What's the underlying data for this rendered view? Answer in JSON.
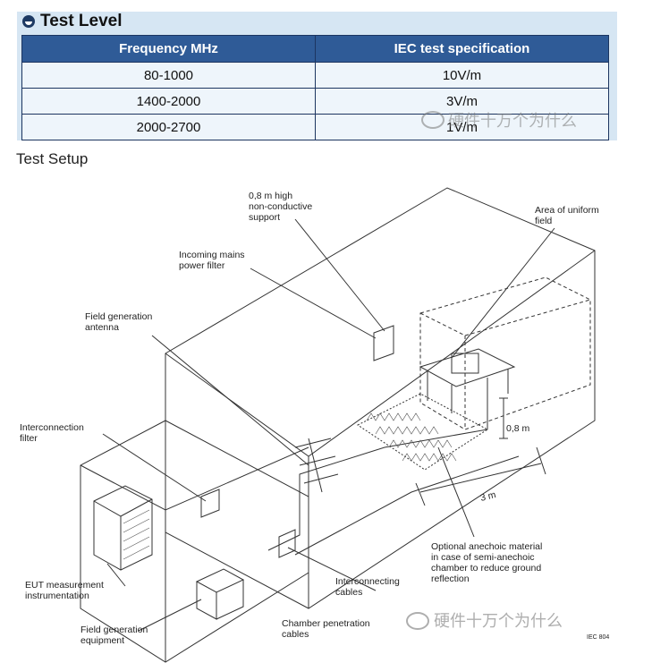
{
  "test_level": {
    "title": "Test Level",
    "headers": [
      "Frequency MHz",
      "IEC test specification"
    ],
    "rows": [
      [
        "80-1000",
        "10V/m"
      ],
      [
        "1400-2000",
        "3V/m"
      ],
      [
        "2000-2700",
        "1V/m"
      ]
    ]
  },
  "watermark": "硬件十万个为什么",
  "setup": {
    "title": "Test Setup",
    "labels": {
      "support": [
        "0,8 m high",
        "non-conductive",
        "support"
      ],
      "uniform": [
        "Area of uniform",
        "field"
      ],
      "mains": [
        "Incoming mains",
        "power filter"
      ],
      "antenna": [
        "Field generation",
        "antenna"
      ],
      "ifilter": [
        "Interconnection",
        "filter"
      ],
      "height": "0,8 m",
      "distance": "3 m",
      "optional": [
        "Optional anechoic material",
        "in case of semi-anechoic",
        "chamber to reduce ground",
        "reflection"
      ],
      "eut": [
        "EUT measurement",
        "instrumentation"
      ],
      "icables": [
        "Interconnecting",
        "cables"
      ],
      "fgen": [
        "Field generation",
        "equipment"
      ],
      "penetration": [
        "Chamber penetration",
        "cables"
      ],
      "iec": "IEC 804"
    }
  }
}
